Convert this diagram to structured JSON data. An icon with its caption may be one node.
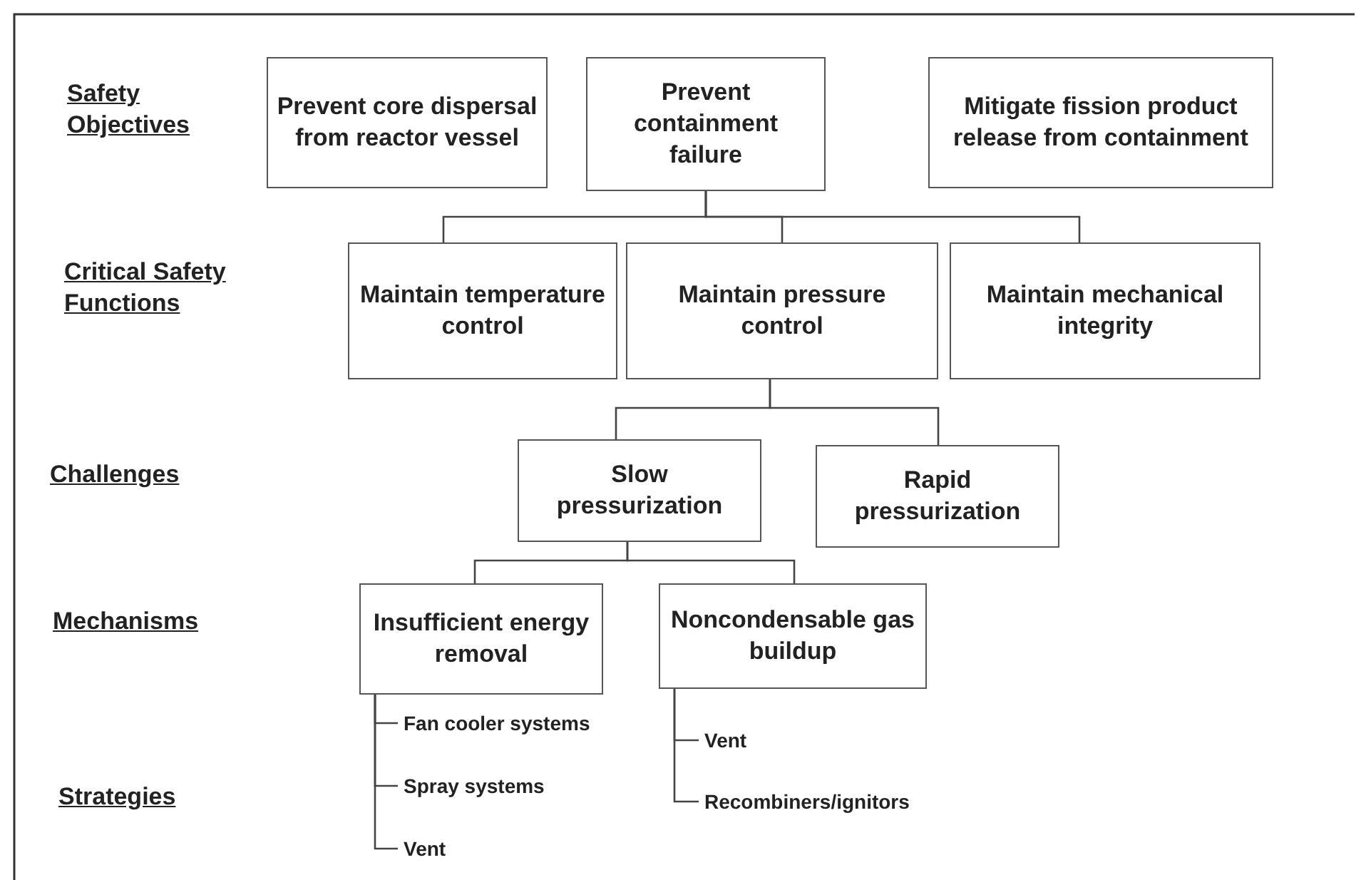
{
  "diagram": {
    "nodes": [
      {
        "text": [
          "Prevent core dispersal from reactor vessel"
        ]
      },
      {
        "text": [
          "Prevent containment failure"
        ]
      },
      {
        "text": [
          "Mitigate fission product release from containment"
        ]
      },
      {
        "text": [
          "Maintain temperature control"
        ]
      },
      {
        "text": [
          "Maintain pressure control"
        ]
      },
      {
        "text": [
          "Maintain mechanical integrity"
        ]
      },
      {
        "text": [
          "Slow pressurization"
        ]
      },
      {
        "text": [
          "Rapid pressurization"
        ]
      },
      {
        "text": [
          "Insufficient energy removal"
        ]
      },
      {
        "text": [
          "Noncondensable gas buildup"
        ]
      },
      {
        "text": [
          "Fan cooler systems"
        ]
      },
      {
        "text": [
          "Spray systems"
        ]
      },
      {
        "text": [
          "Vent"
        ]
      },
      {
        "text": [
          "Vent"
        ]
      },
      {
        "text": [
          "Recombiners/ignitors"
        ]
      }
    ],
    "edges": [
      {
        "from": 1,
        "to": 3,
        "arrow": "none"
      },
      {
        "from": 1,
        "to": 4,
        "arrow": "none"
      },
      {
        "from": 1,
        "to": 5,
        "arrow": "none"
      },
      {
        "from": 4,
        "to": 6,
        "arrow": "none"
      },
      {
        "from": 4,
        "to": 7,
        "arrow": "none"
      },
      {
        "from": 6,
        "to": 8,
        "arrow": "none"
      },
      {
        "from": 6,
        "to": 9,
        "arrow": "none"
      },
      {
        "from": 8,
        "to": 10,
        "arrow": "none"
      },
      {
        "from": 8,
        "to": 11,
        "arrow": "none"
      },
      {
        "from": 8,
        "to": 12,
        "arrow": "none"
      },
      {
        "from": 9,
        "to": 13,
        "arrow": "none"
      },
      {
        "from": 9,
        "to": 14,
        "arrow": "none"
      }
    ],
    "labels": [
      "Safety Objectives",
      "Critical Safety Functions",
      "Challenges",
      "Mechanisms",
      "Strategies"
    ]
  }
}
